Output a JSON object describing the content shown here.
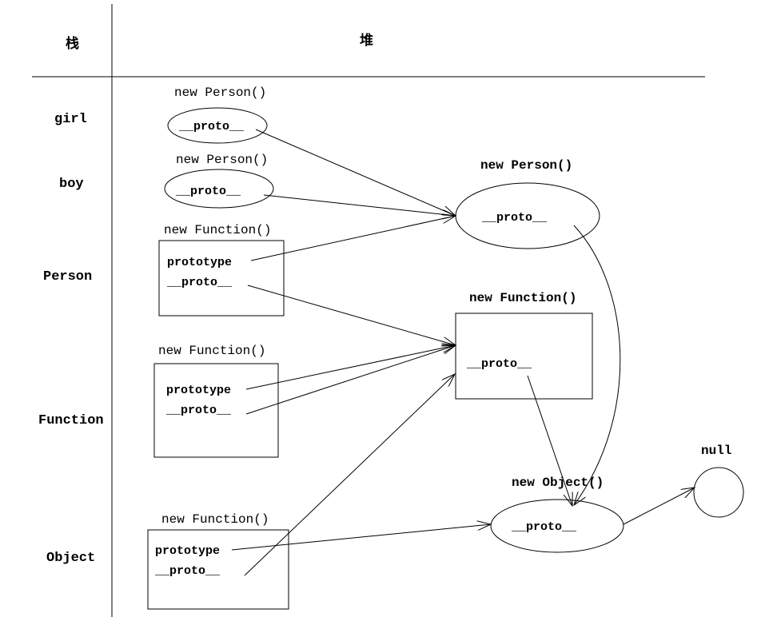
{
  "headers": {
    "stack": "栈",
    "heap": "堆"
  },
  "stack_vars": {
    "girl": "girl",
    "boy": "boy",
    "person": "Person",
    "function": "Function",
    "object": "Object"
  },
  "objects": {
    "girl_obj": {
      "caption": "new Person()",
      "field": "__proto__"
    },
    "boy_obj": {
      "caption": "new Person()",
      "field": "__proto__"
    },
    "person_fn": {
      "caption": "new Function()",
      "prototype": "prototype",
      "proto": "__proto__"
    },
    "function_fn": {
      "caption": "new Function()",
      "prototype": "prototype",
      "proto": "__proto__"
    },
    "object_fn": {
      "caption": "new Function()",
      "prototype": "prototype",
      "proto": "__proto__"
    },
    "person_proto": {
      "caption": "new Person()",
      "field": "__proto__"
    },
    "function_proto": {
      "caption": "new Function()",
      "field": "__proto__"
    },
    "object_proto": {
      "caption": "new Object()",
      "field": "__proto__"
    },
    "null_node": {
      "caption": "null"
    }
  }
}
